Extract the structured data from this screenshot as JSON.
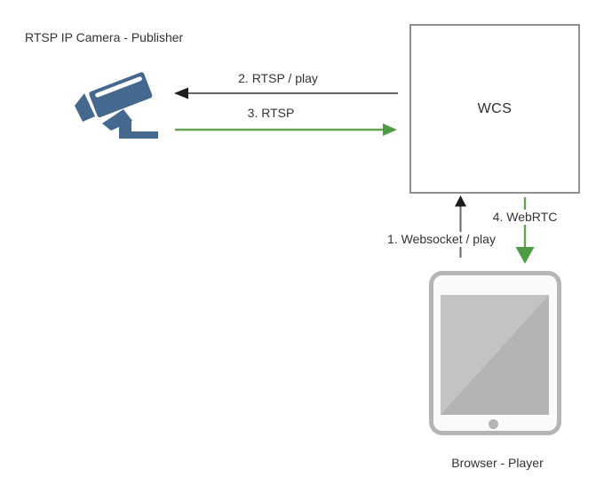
{
  "colors": {
    "text": "#333333",
    "box_border": "#8f8f8f",
    "arrow_gray": "#666666",
    "arrow_black_head": "#1c1c1c",
    "green_line": "#63a352",
    "green_head": "#4f9b45",
    "camera_blue": "#45688e",
    "tablet_frame": "#b5b5b5",
    "tablet_body": "#fafafa",
    "tablet_screen": "#b4b4b4",
    "tablet_screen_hi": "#c3c3c3"
  },
  "nodes": {
    "camera": {
      "label": "RTSP IP Camera - Publisher",
      "icon": "cctv-camera-icon"
    },
    "server": {
      "label": "WCS"
    },
    "player": {
      "label": "Browser - Player",
      "icon": "tablet-icon"
    }
  },
  "arrows": {
    "websocket_play": {
      "label": "1. Websocket / play",
      "direction": "player-to-wcs (up)",
      "color": "#666666"
    },
    "rtsp_play": {
      "label": "2. RTSP / play",
      "direction": "wcs-to-camera (left)",
      "color": "#666666"
    },
    "rtsp": {
      "label": "3. RTSP",
      "direction": "camera-to-wcs (right)",
      "color": "#63a352"
    },
    "webrtc": {
      "label": "4. WebRTC",
      "direction": "wcs-to-player (down)",
      "color": "#63a352"
    }
  }
}
